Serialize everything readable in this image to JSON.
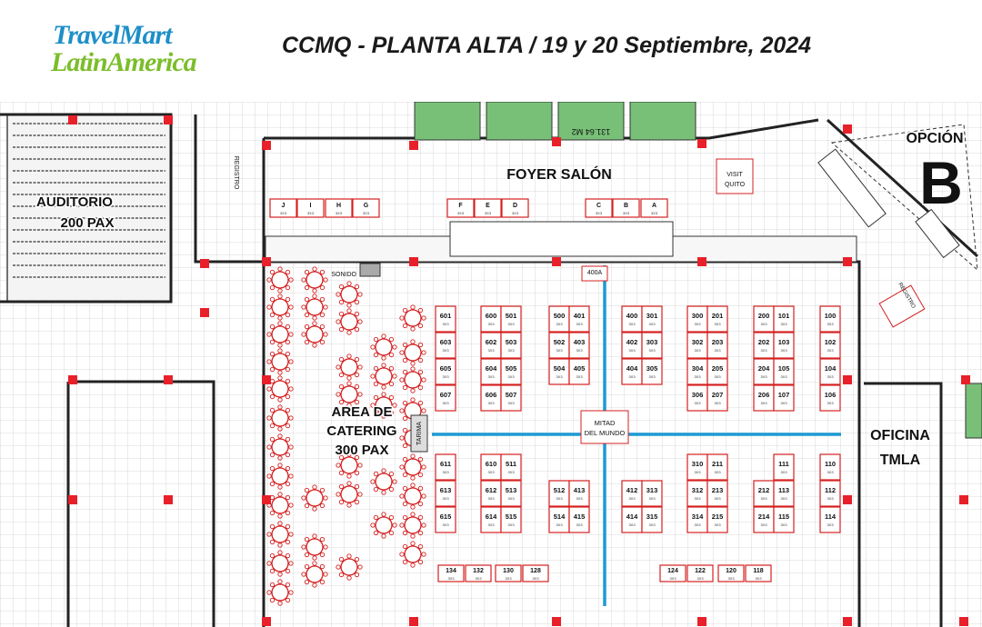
{
  "header": {
    "logo_line1": "TravelMart",
    "logo_line2": "LatinAmerica",
    "title": "CCMQ - PLANTA ALTA / 19 y 20 Septiembre, 2024"
  },
  "areas": {
    "auditorio": [
      "AUDITORIO",
      "200 PAX"
    ],
    "foyer": "FOYER SALÓN",
    "visit_quito": [
      "VISIT",
      "QUITO"
    ],
    "catering": [
      "AREA DE",
      "CATERING",
      "300 PAX"
    ],
    "oficina": [
      "OFICINA",
      "TMLA"
    ],
    "opcion": "OPCIÓN",
    "opcion_letter": "B",
    "sonido": "SONIDO",
    "tarima": "TARIMA",
    "mitad": [
      "MITAD",
      "DEL MUNDO"
    ],
    "registro": "REGISTRO",
    "registro_right": "REGISTRO",
    "area_m2": "131.64 M2"
  },
  "booth_size": "3X3",
  "booths_top": [
    "J",
    "I",
    "H",
    "G",
    "F",
    "E",
    "D",
    "C",
    "B",
    "A"
  ],
  "booth_400a": "400A",
  "booths_upper": [
    [
      "601",
      "603",
      "605",
      "607"
    ],
    [
      "600",
      "602",
      "604",
      "606"
    ],
    [
      "501",
      "503",
      "505",
      "507"
    ],
    [
      "500",
      "502",
      "504"
    ],
    [
      "401",
      "403",
      "405"
    ],
    [
      "400",
      "402",
      "404"
    ],
    [
      "301",
      "303",
      "305"
    ],
    [
      "300",
      "302",
      "304",
      "306"
    ],
    [
      "201",
      "203",
      "205",
      "207"
    ],
    [
      "200",
      "202",
      "204",
      "206"
    ],
    [
      "101",
      "103",
      "105",
      "107"
    ],
    [
      "100",
      "102",
      "104",
      "106"
    ]
  ],
  "booths_lower": [
    [
      "611",
      "613",
      "615"
    ],
    [
      "610",
      "612",
      "614"
    ],
    [
      "511",
      "513",
      "515"
    ],
    [
      "512",
      "514"
    ],
    [
      "413",
      "415"
    ],
    [
      "412",
      "414"
    ],
    [
      "313",
      "315"
    ],
    [
      "310",
      "312",
      "314"
    ],
    [
      "211",
      "213",
      "215"
    ],
    [
      "212",
      "214"
    ],
    [
      "111",
      "113",
      "115"
    ],
    [
      "110",
      "112",
      "114"
    ]
  ],
  "booths_bottom": [
    "134",
    "132",
    "130",
    "128",
    "124",
    "122",
    "120",
    "118"
  ],
  "colors": {
    "booth": "#d42020",
    "column": "#e8202a",
    "aisle": "#1e9ad6",
    "grid": "#cfcfcf",
    "wall": "#222222",
    "green": "#6dbf6d",
    "logo_blue": "#1e8fc8",
    "logo_green": "#7cbd2c"
  }
}
